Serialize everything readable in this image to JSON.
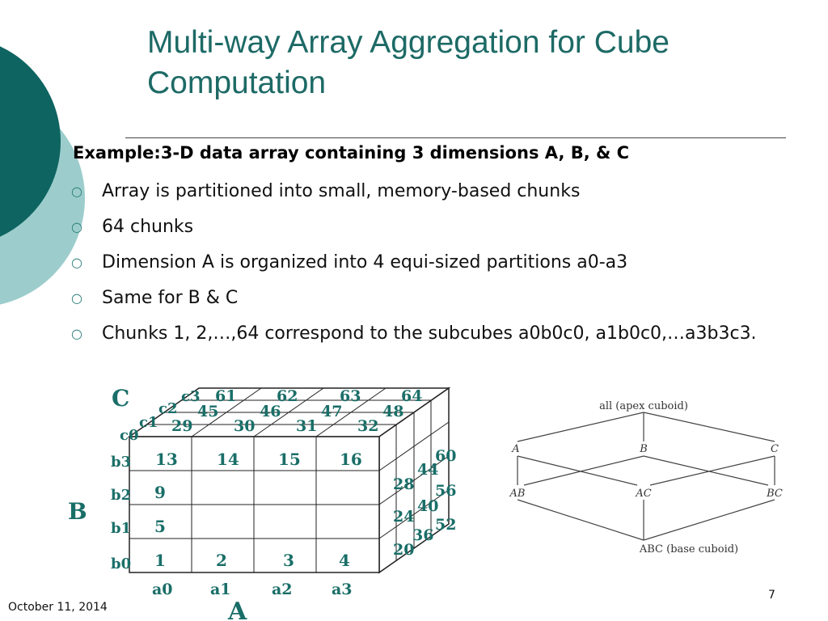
{
  "slide": {
    "title": "Multi-way Array Aggregation for Cube Computation",
    "heading": "Example:3-D data array containing 3 dimensions A, B, & C",
    "bullets": [
      "Array is partitioned into small, memory-based chunks",
      "64 chunks",
      "Dimension A is organized into 4 equi-sized partitions a0-a3",
      "Same for B & C",
      "Chunks 1, 2,…,64 correspond to the subcubes a0b0c0, a1b0c0,…a3b3c3."
    ],
    "bullet_icon": "hollow-circle-icon",
    "footer_date": "October 11, 2014",
    "page_number": "7",
    "colors": {
      "title": "#1d6a66",
      "dark_teal": "#0e6461",
      "light_teal": "#9ccdcc",
      "cube_text": "#1a6e68"
    }
  },
  "cube": {
    "axis_c": "C",
    "axis_b": "B",
    "axis_a": "A",
    "a_labels": [
      "a0",
      "a1",
      "a2",
      "a3"
    ],
    "b_labels": [
      "b0",
      "b1",
      "b2",
      "b3"
    ],
    "c_labels": [
      "c0",
      "c1",
      "c2",
      "c3"
    ],
    "front_numbers": [
      "1",
      "2",
      "3",
      "4",
      "5",
      "9",
      "13",
      "14",
      "15",
      "16"
    ],
    "c1_numbers": [
      "29",
      "30",
      "31",
      "32"
    ],
    "c2_numbers": [
      "45",
      "46",
      "47",
      "48"
    ],
    "c3_numbers": [
      "61",
      "62",
      "63",
      "64"
    ],
    "side_numbers": [
      "60",
      "44",
      "28",
      "56",
      "24",
      "40",
      "52",
      "36",
      "20"
    ]
  },
  "lattice": {
    "apex": "all (apex cuboid)",
    "level1": [
      "A",
      "B",
      "C"
    ],
    "level2": [
      "AB",
      "AC",
      "BC"
    ],
    "base": "ABC (base cuboid)"
  }
}
